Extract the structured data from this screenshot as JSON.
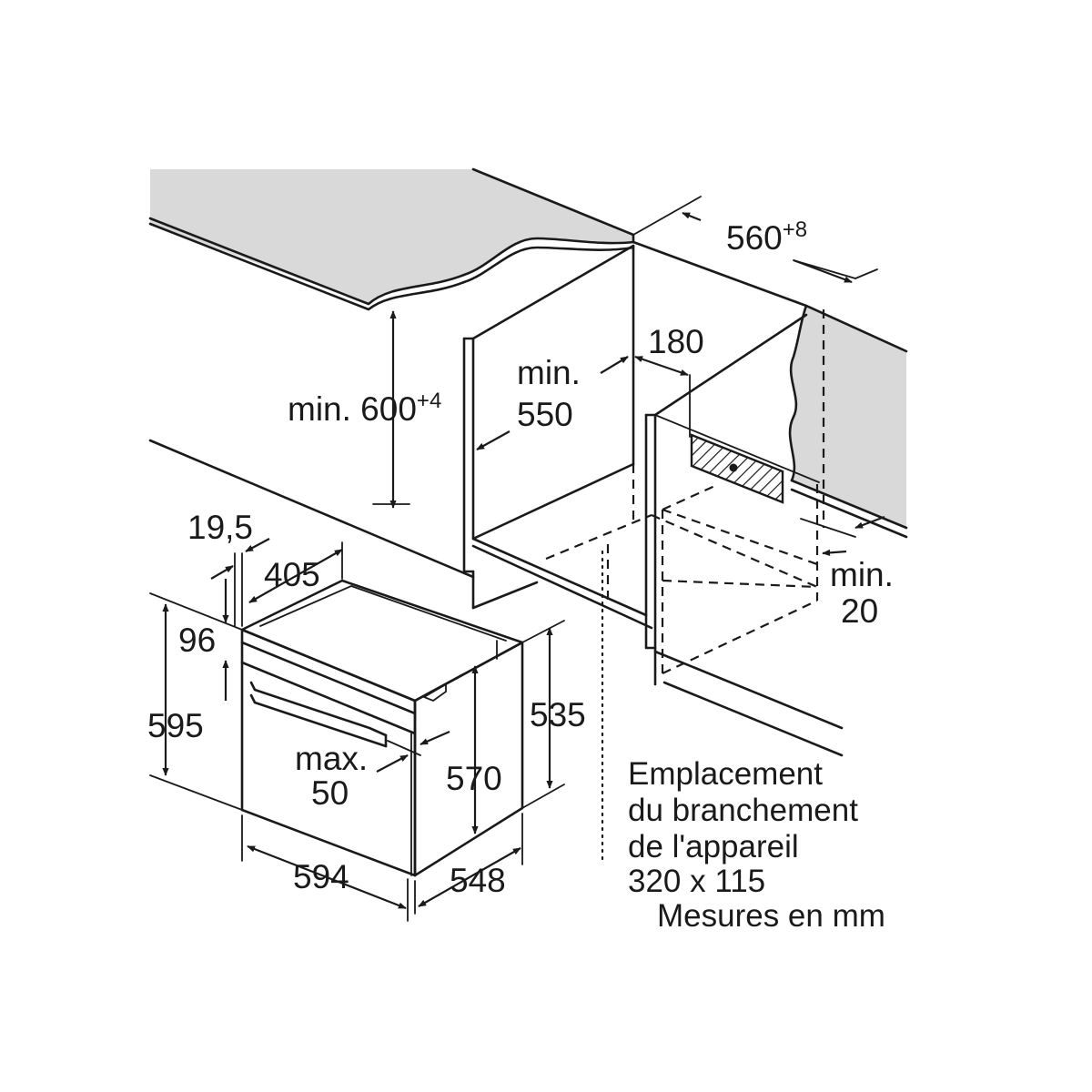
{
  "dimensions": {
    "niche_width_base": "560",
    "niche_width_tol": "+8",
    "niche_height_prefix": "min. 600",
    "niche_height_tol": "+4",
    "niche_depth_line1": "min.",
    "niche_depth_line2": "550",
    "outlet_offset": "180",
    "rear_gap_line1": "min.",
    "rear_gap_line2": "20",
    "front_offset": "19,5",
    "top_depth": "405",
    "control_panel_height": "96",
    "oven_height": "595",
    "oven_width": "594",
    "oven_depth": "548",
    "body_height": "570",
    "side_height": "535",
    "handle_line1": "max.",
    "handle_line2": "50"
  },
  "note": {
    "line1": "Emplacement",
    "line2": "du branchement",
    "line3": "de l'appareil",
    "line4": "320 x 115",
    "line5": "Mesures en mm"
  }
}
